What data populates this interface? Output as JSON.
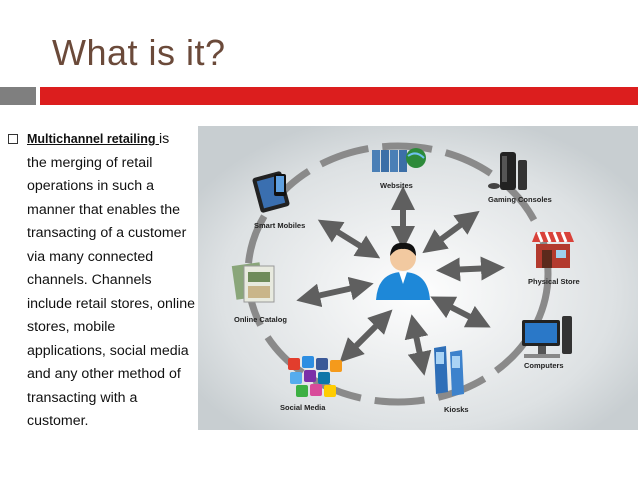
{
  "slide": {
    "title": "What is it?",
    "body_term": "Multichannel retailing ",
    "body_is": "is",
    "body_rest": "the merging of retail operations in such a manner that enables the transacting of a customer via many connected channels. Channels include retail stores, online stores, mobile applications,  social media and any other method of transacting with a customer."
  },
  "diagram": {
    "labels": {
      "websites": "Websites",
      "gaming": "Gaming Consoles",
      "smart_mobiles": "Smart Mobiles",
      "physical_store": "Physical Store",
      "online_catalog": "Online Catalog",
      "computers": "Computers",
      "social_media": "Social Media",
      "kiosks": "Kiosks"
    },
    "icon_names": [
      "server-globe-icon",
      "gaming-console-icon",
      "tablet-phone-icon",
      "store-front-icon",
      "catalog-icon",
      "desktop-computer-icon",
      "social-media-icons",
      "kiosk-icon",
      "customer-avatar-icon"
    ]
  },
  "colors": {
    "title": "#6b4a3a",
    "accent_red": "#dc1e1e",
    "accent_gray": "#7f7f7f",
    "avatar_blue": "#1e88d8"
  }
}
